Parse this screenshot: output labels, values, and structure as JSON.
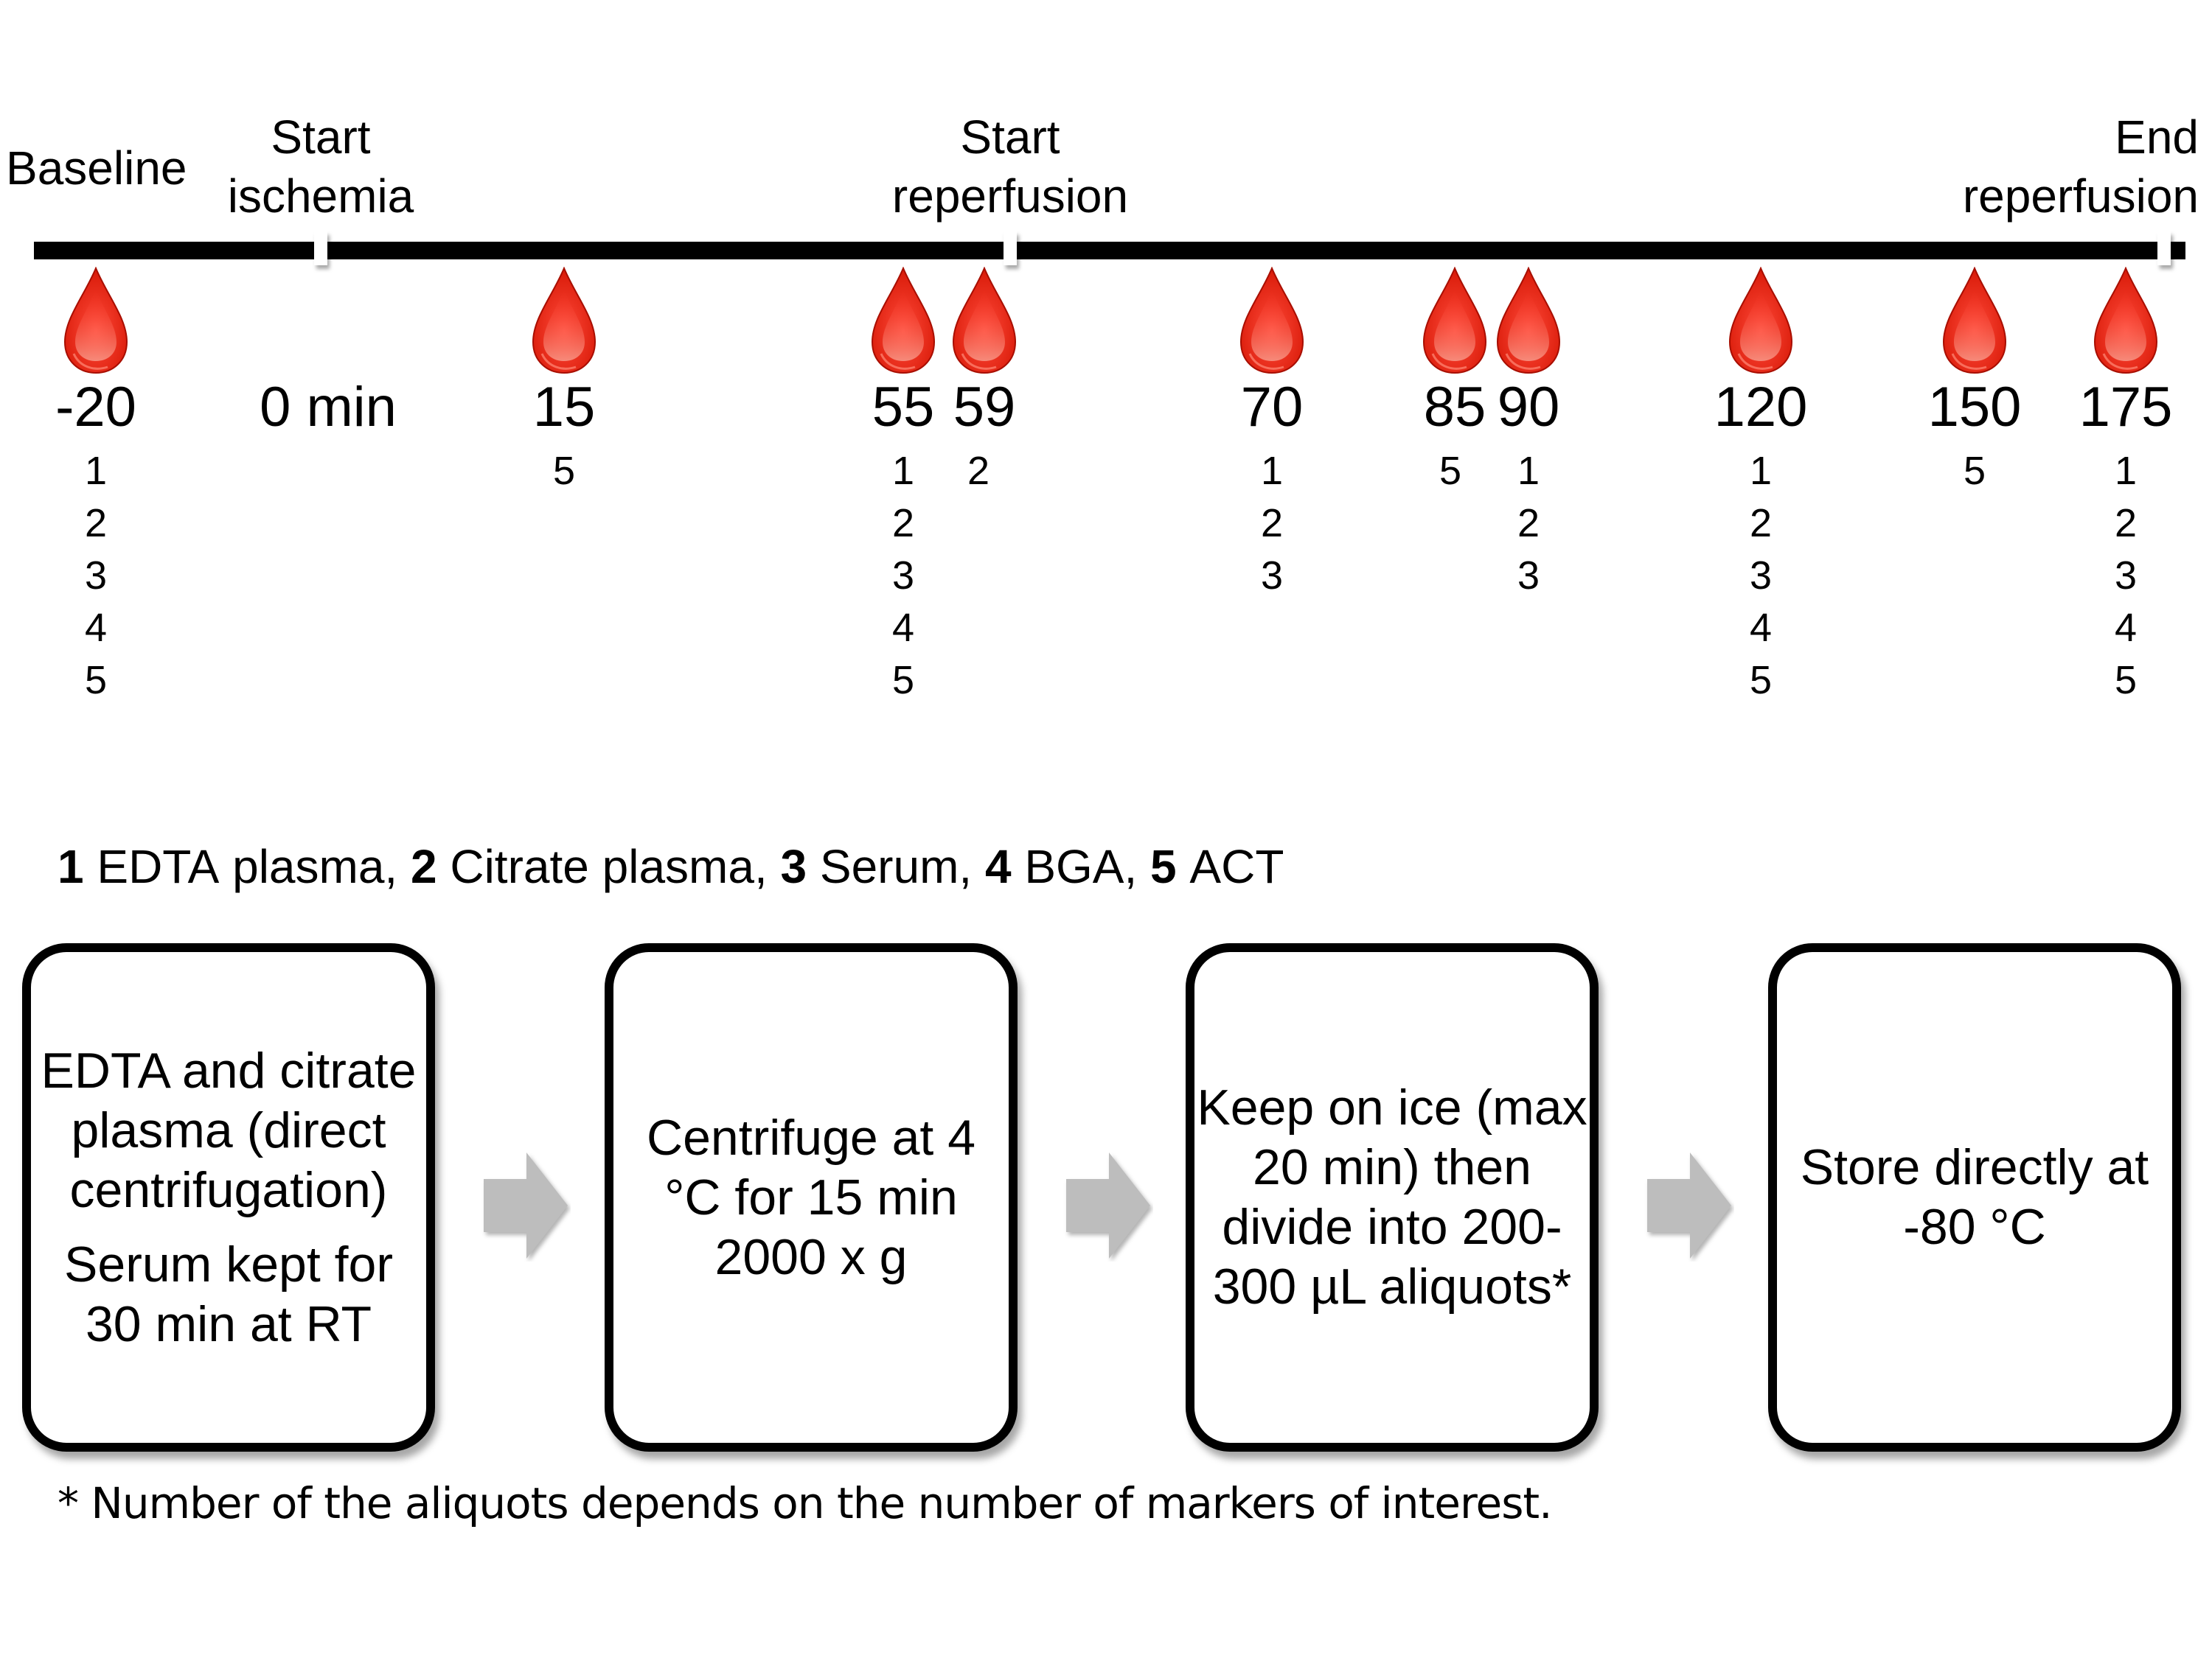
{
  "phases": [
    {
      "id": "baseline",
      "lines": [
        "",
        "Baseline"
      ]
    },
    {
      "id": "start-ischemia",
      "lines": [
        "Start",
        "ischemia"
      ]
    },
    {
      "id": "start-reperfusion",
      "lines": [
        "Start",
        "reperfusion"
      ]
    },
    {
      "id": "end-reperfusion",
      "lines": [
        "End",
        "reperfusion"
      ]
    }
  ],
  "zero_label": "0 min",
  "timepoints": [
    {
      "time": "-20",
      "samples": [
        "1",
        "2",
        "3",
        "4",
        "5"
      ]
    },
    {
      "time": "15",
      "samples": [
        "5"
      ]
    },
    {
      "time": "55",
      "samples": [
        "1",
        "2",
        "3",
        "4",
        "5"
      ]
    },
    {
      "time": "59",
      "samples": [
        "2"
      ]
    },
    {
      "time": "70",
      "samples": [
        "1",
        "2",
        "3"
      ]
    },
    {
      "time": "85",
      "samples": [
        "5"
      ]
    },
    {
      "time": "90",
      "samples": [
        "1",
        "2",
        "3"
      ]
    },
    {
      "time": "120",
      "samples": [
        "1",
        "2",
        "3",
        "4",
        "5"
      ]
    },
    {
      "time": "150",
      "samples": [
        "5"
      ]
    },
    {
      "time": "175",
      "samples": [
        "1",
        "2",
        "3",
        "4",
        "5"
      ]
    }
  ],
  "icons": {
    "sample": "blood-drop-icon",
    "flow": "right-arrow-icon"
  },
  "colors": {
    "drop": "#e8200c",
    "drop_highlight": "#f8a090",
    "arrow": "#bdbdbd",
    "timeline": "#000000"
  },
  "legend": [
    {
      "num": "1",
      "label": " EDTA plasma, "
    },
    {
      "num": "2",
      "label": " Citrate plasma, "
    },
    {
      "num": "3",
      "label": " Serum, "
    },
    {
      "num": "4",
      "label": " BGA, "
    },
    {
      "num": "5",
      "label": " ACT"
    }
  ],
  "steps": [
    {
      "paragraphs": [
        "EDTA and citrate plasma (direct centrifugation)",
        "Serum kept for 30 min at RT"
      ]
    },
    {
      "paragraphs": [
        "Centrifuge at 4 °C for 15 min 2000 x g"
      ]
    },
    {
      "paragraphs": [
        "Keep on ice (max 20 min) then divide into 200-300 µL aliquots*"
      ]
    },
    {
      "paragraphs": [
        "Store directly at -80 °C"
      ]
    }
  ],
  "footnote": "* Number of the aliquots depends on the number of markers of interest."
}
